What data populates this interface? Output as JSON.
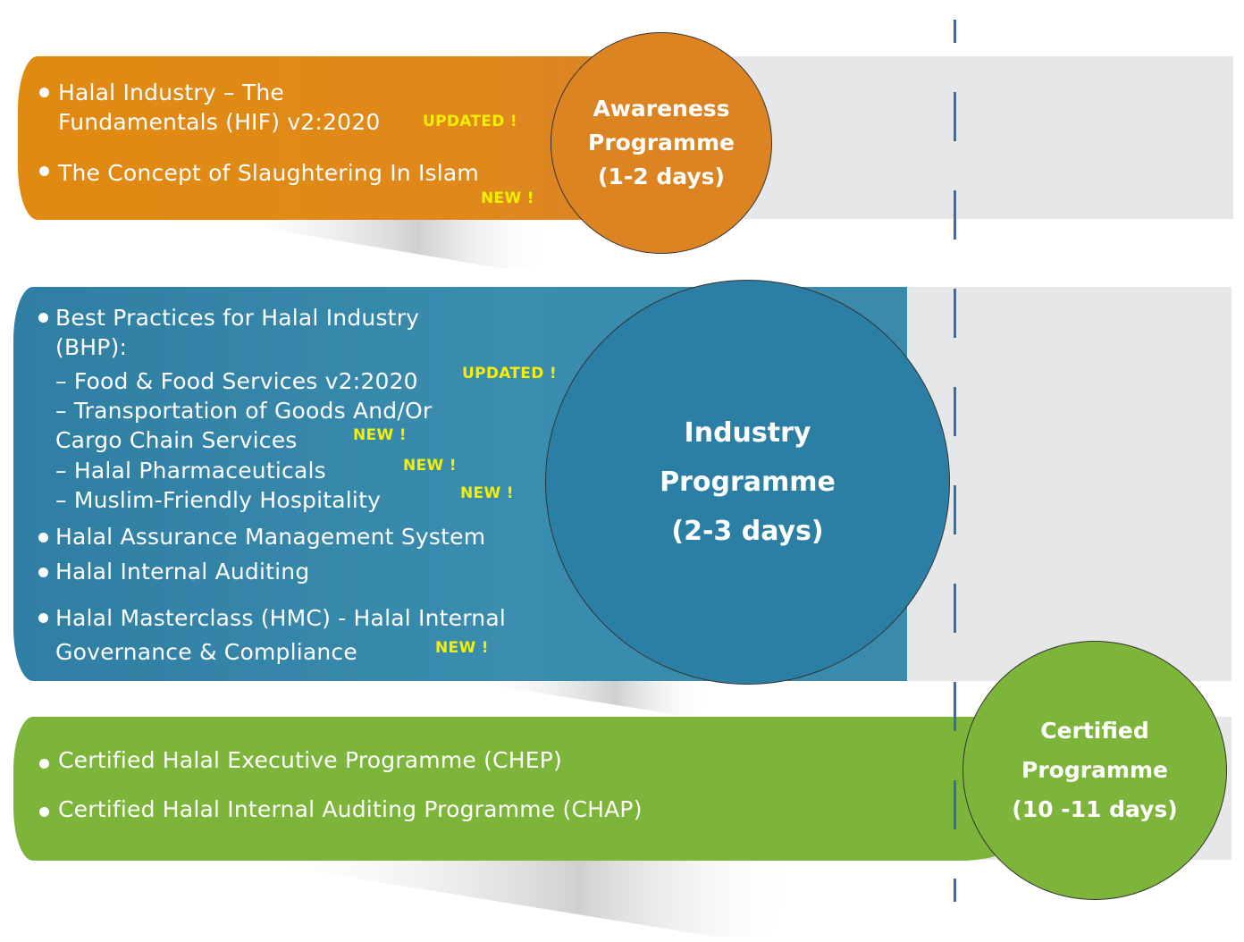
{
  "awareness": {
    "items": [
      {
        "line1": "Halal Industry – The",
        "line2": "Fundamentals (HIF) v2:2020",
        "tag": "UPDATED !"
      },
      {
        "line1": "The Concept of Slaughtering In Islam",
        "tag": "NEW !"
      }
    ],
    "circle": {
      "line1": "Awareness",
      "line2": "Programme",
      "line3": "(1-2 days)"
    },
    "color": "#e08a12"
  },
  "industry": {
    "bhp": {
      "line1": "Best Practices for Halal Industry",
      "line2": "(BHP):"
    },
    "sub": [
      {
        "text": "– Food & Food Services v2:2020",
        "tag": "UPDATED !"
      },
      {
        "line1": "– Transportation of Goods And/Or",
        "line2": "Cargo Chain Services",
        "tag": "NEW !"
      },
      {
        "text": "– Halal Pharmaceuticals",
        "tag": "NEW !"
      },
      {
        "text": "– Muslim-Friendly Hospitality",
        "tag": "NEW !"
      }
    ],
    "items": [
      {
        "text": "Halal Assurance Management System"
      },
      {
        "text": "Halal Internal Auditing"
      },
      {
        "line1": "Halal Masterclass (HMC) - Halal Internal",
        "line2": "Governance & Compliance",
        "tag": "NEW !"
      }
    ],
    "circle": {
      "line1": "Industry",
      "line2": "Programme",
      "line3": "(2-3 days)"
    },
    "color": "#2f7ea3"
  },
  "certified": {
    "items": [
      {
        "text": "Certified Halal Executive Programme (CHEP)"
      },
      {
        "text": "Certified Halal Internal Auditing Programme (CHAP)"
      }
    ],
    "circle": {
      "line1": "Certified",
      "line2": "Programme",
      "line3": "(10 -11 days)"
    },
    "color": "#7db43a"
  },
  "tag_color": "#f5f000",
  "divider_color": "#2f6fb2"
}
